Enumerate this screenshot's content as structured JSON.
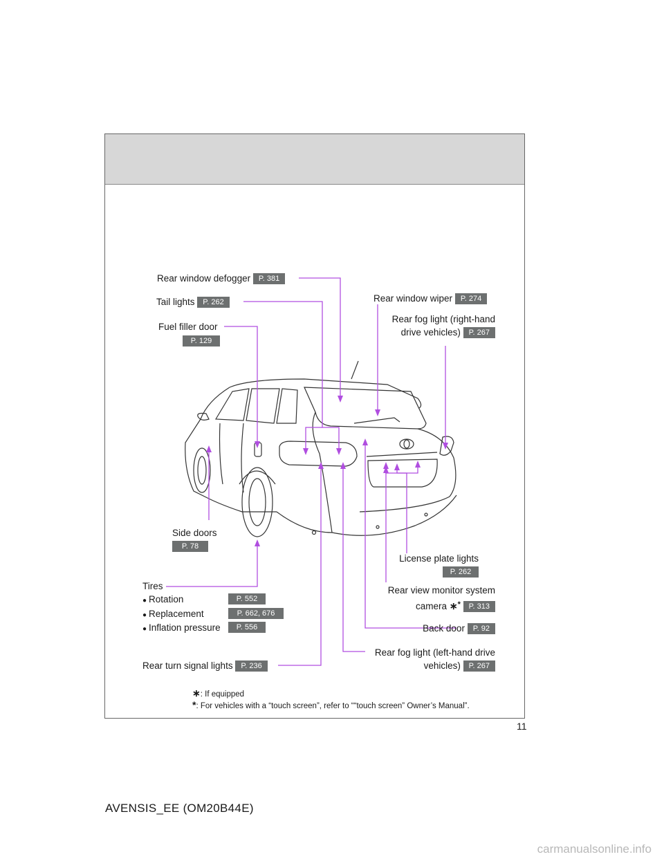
{
  "labels": {
    "rear_window_defogger": {
      "text": "Rear window defogger",
      "page": "P. 381"
    },
    "tail_lights": {
      "text": "Tail lights",
      "page": "P. 262"
    },
    "fuel_filler_door": {
      "text": "Fuel filler door",
      "page": "P. 129"
    },
    "rear_window_wiper": {
      "text": "Rear window wiper",
      "page": "P. 274"
    },
    "rear_fog_rhd": {
      "line1": "Rear fog light (right-hand",
      "line2": "drive vehicles)",
      "page": "P. 267"
    },
    "side_doors": {
      "text": "Side doors",
      "page": "P. 78"
    },
    "license_plate_lights": {
      "text": "License plate lights",
      "page": "P. 262"
    },
    "tires": {
      "text": "Tires",
      "rotation": "Rotation",
      "rotation_page": "P. 552",
      "replacement": "Replacement",
      "replacement_page": "P. 662, 676",
      "inflation": "Inflation pressure",
      "inflation_page": "P. 556"
    },
    "rear_view_monitor": {
      "line1": "Rear view monitor system",
      "line2": "camera",
      "page": "P. 313"
    },
    "back_door": {
      "text": "Back door",
      "page": "P. 92"
    },
    "rear_turn_signal": {
      "text": "Rear turn signal lights",
      "page": "P. 236"
    },
    "rear_fog_lhd": {
      "line1": "Rear fog light (left-hand drive",
      "line2": "vehicles)",
      "page": "P. 267"
    }
  },
  "bullet": "●",
  "footnotes": {
    "if_equipped": ": If equipped",
    "touch_screen": ": For vehicles with a “touch screen”, refer to ““touch screen” Owner’s Manual”."
  },
  "page_number": "11",
  "doc_id": "AVENSIS_EE (OM20B44E)",
  "watermark": "carmanualsonline.info",
  "colors": {
    "leader": "#b04ee0",
    "page_box": "#6d7070",
    "header_band": "#d7d7d7"
  }
}
